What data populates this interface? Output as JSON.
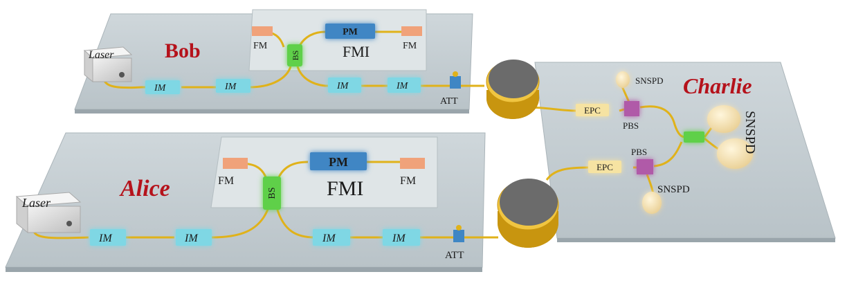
{
  "parties": {
    "bob": "Bob",
    "alice": "Alice",
    "charlie": "Charlie"
  },
  "labels": {
    "laser": "Laser",
    "im": "IM",
    "bs": "BS",
    "pm": "PM",
    "fm": "FM",
    "fmi": "FMI",
    "att": "ATT",
    "epc": "EPC",
    "pbs": "PBS",
    "snspd": "SNSPD"
  },
  "colors": {
    "party_name": "#b5121b",
    "fiber": "#e0b21a",
    "im_box": "#7fd7e4",
    "bs_box": "#5fd04a",
    "pm_box": "#3f86c4",
    "fm_box": "#f0a27a",
    "epc_box": "#f6e3a2",
    "pbs_box": "#b05aa8",
    "platform": "#c7d0d4",
    "fiber_spool": "#6b6b6b"
  }
}
